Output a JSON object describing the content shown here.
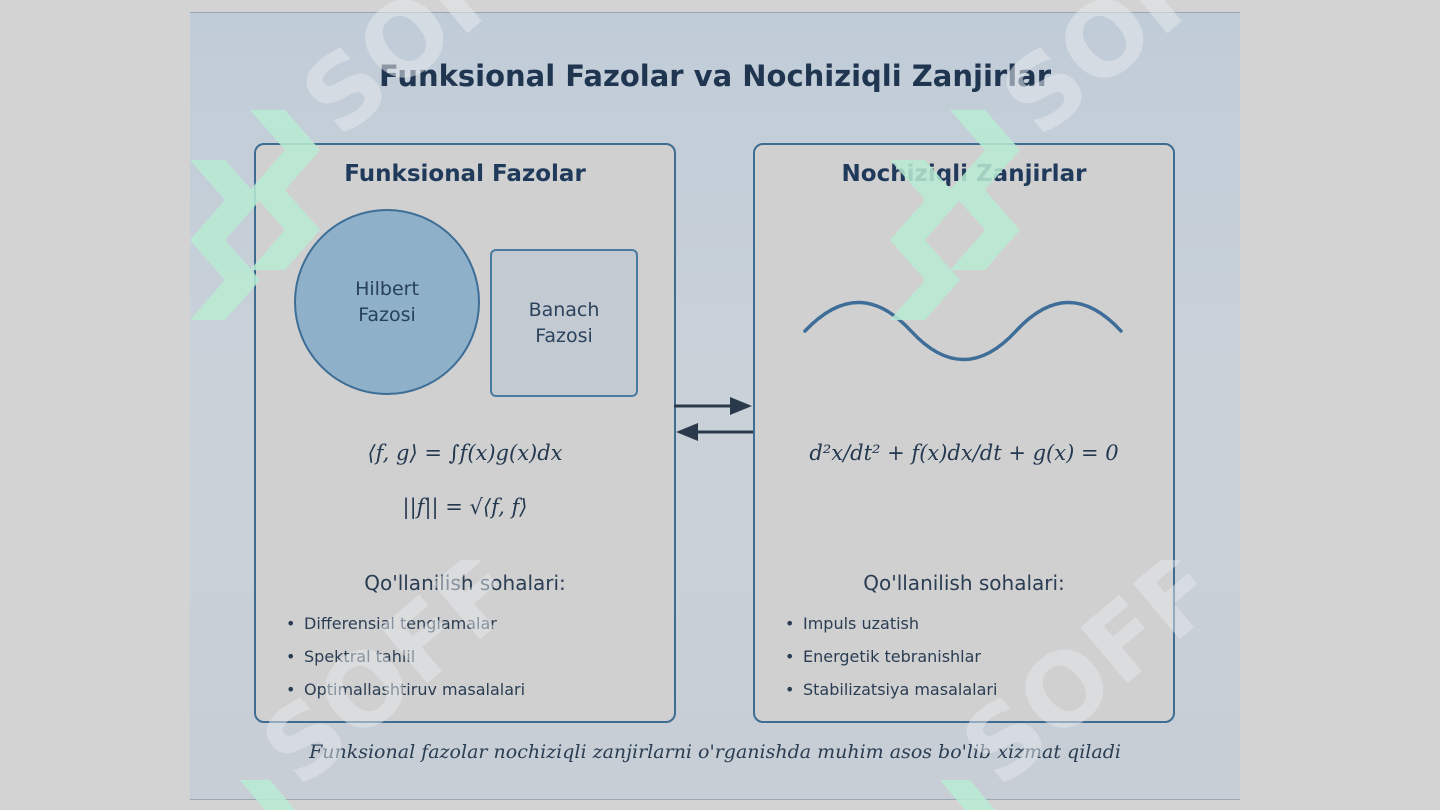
{
  "title": "Funksional Fazolar va Nochiziqli Zanjirlar",
  "left_panel": {
    "title": "Funksional Fazolar",
    "hilbert": [
      "Hilbert",
      "Fazosi"
    ],
    "banach": [
      "Banach",
      "Fazosi"
    ],
    "formula_inner_product": "⟨f, g⟩ = ∫f(x)g(x)dx",
    "formula_norm": "||f|| = √⟨f, f⟩",
    "applications_title": "Qo'llanilish sohalari:",
    "applications": [
      "Differensial tenglamalar",
      "Spektral tahlil",
      "Optimallashtiruv masalalari"
    ]
  },
  "right_panel": {
    "title": "Nochiziqli Zanjirlar",
    "equation": "d²x/dt² + f(x)dx/dt + g(x) = 0",
    "applications_title": "Qo'llanilish sohalari:",
    "applications": [
      "Impuls uzatish",
      "Energetik tebranishlar",
      "Stabilizatsiya masalalari"
    ]
  },
  "footer": "Funksional fazolar nochiziqli zanjirlarni o'rganishda muhim asos bo'lib xizmat qiladi",
  "watermark_text": "SOFF",
  "colors": {
    "panel_border": "#3f6d92",
    "hilbert_fill": "#8fb0c9",
    "title_text": "#1f3550",
    "watermark_green": "#b9ecd3"
  }
}
